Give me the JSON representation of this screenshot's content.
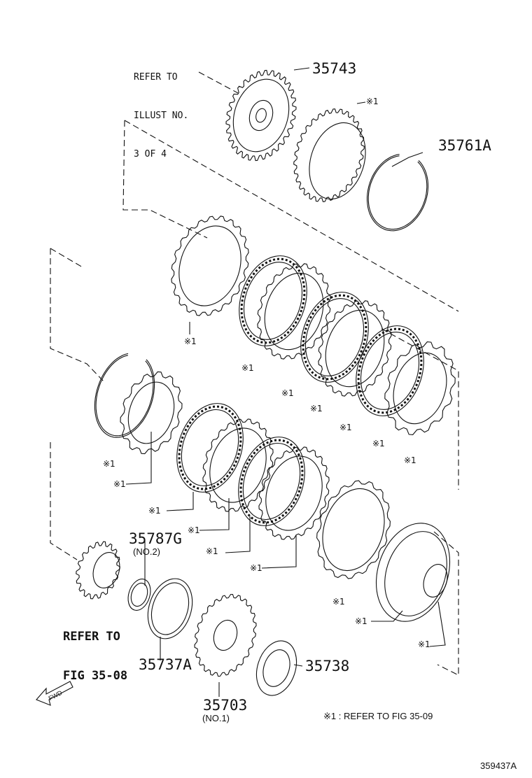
{
  "diagram": {
    "part_numbers": {
      "p35743": "35743",
      "p35761A": "35761A",
      "p35787G": "35787G",
      "p35787G_sub": "(NO.2)",
      "p35737A": "35737A",
      "p35738": "35738",
      "p35703": "35703",
      "p35703_sub": "(NO.1)"
    },
    "refer_illust": [
      "REFER TO",
      "ILLUST NO.",
      "3 OF 4"
    ],
    "refer_fig": [
      "REFER TO",
      "FIG 35-08"
    ],
    "mark": "※1",
    "footnote": "※1 : REFER TO FIG 35-09",
    "fwd_label": "FWD",
    "diagram_id": "359437A"
  }
}
